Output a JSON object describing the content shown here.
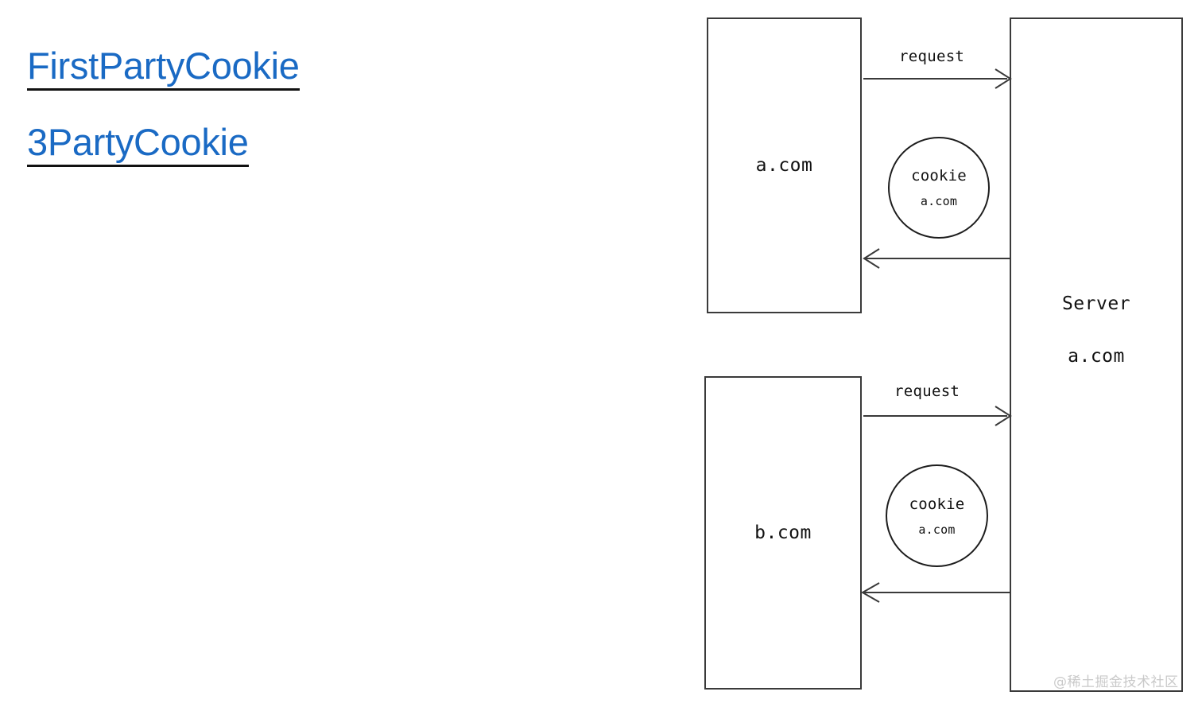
{
  "links": [
    {
      "label": "FirstPartyCookie",
      "color": "#1a6ac4"
    },
    {
      "label": "3PartyCookie",
      "color": "#1a6ac4"
    }
  ],
  "diagram": {
    "first_party": {
      "client_label": "a.com",
      "request_label": "request",
      "cookie": {
        "title": "cookie",
        "subtitle": "a.com"
      }
    },
    "third_party": {
      "client_label": "b.com",
      "request_label": "request",
      "cookie": {
        "title": "cookie",
        "subtitle": "a.com"
      }
    },
    "server": {
      "title": "Server",
      "domain": "a.com"
    }
  },
  "watermark": {
    "text": "@稀土掘金技术社区"
  },
  "colors": {
    "link_blue": "#1a6ac4",
    "stroke": "#3a3a3a",
    "text": "#111111",
    "background": "#ffffff",
    "watermark": "#c9c9c9"
  }
}
